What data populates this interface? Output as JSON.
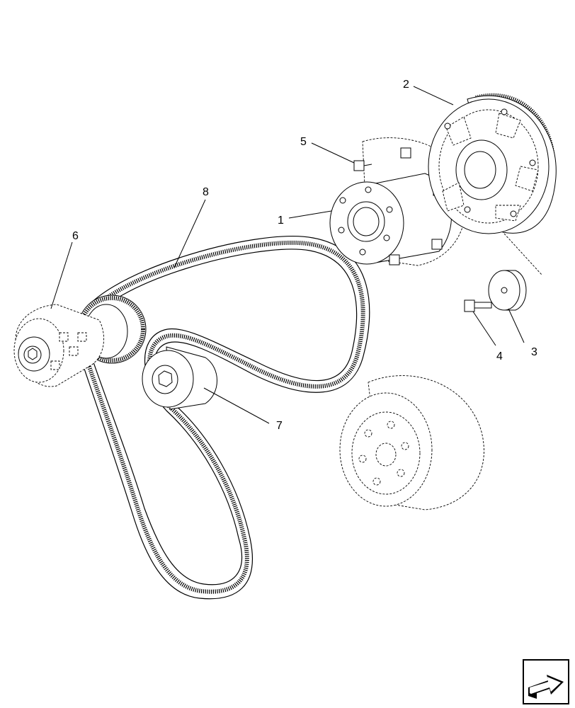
{
  "callouts": [
    {
      "id": "1",
      "label": "1"
    },
    {
      "id": "2",
      "label": "2"
    },
    {
      "id": "3",
      "label": "3"
    },
    {
      "id": "4",
      "label": "4"
    },
    {
      "id": "5",
      "label": "5"
    },
    {
      "id": "6",
      "label": "6"
    },
    {
      "id": "7",
      "label": "7"
    },
    {
      "id": "8",
      "label": "8"
    }
  ],
  "icons": {
    "nav": "next-page-arrow-icon"
  }
}
